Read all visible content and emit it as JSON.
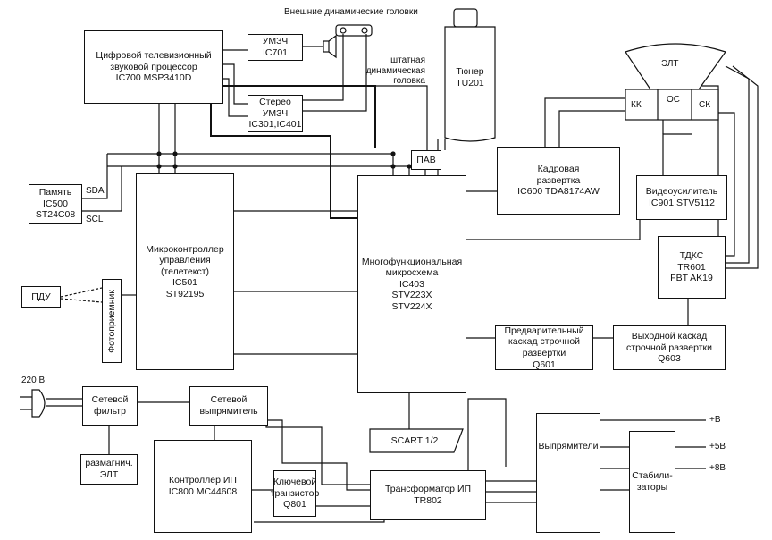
{
  "blocks": {
    "dsp": "Цифровой телевизионный\nзвуковой процессор\nIC700 MSP3410D",
    "umzch": "УМЗЧ\nIC701",
    "stereo": "Стерео\nУМЗЧ\nIC301,IC401",
    "tuner": "Тюнер\nTU201",
    "pav": "ПАВ",
    "frame": "Кадровая\nразвертка\nIC600 TDA8174AW",
    "video": "Видеоусилитель\nIC901 STV5112",
    "tdks": "ТДКС\nTR601\nFBT AK19",
    "memory": "Память\nIC500\nST24C08",
    "mcu": "Микроконтроллер\nуправления\n(телетекст)\nIC501\nST92195",
    "multi": "Многофункциональная\nмикросхема\nIC403\nSTV223X\nSTV224X",
    "pre": "Предварительный\nкаскад строчной\nразвертки\nQ601",
    "out": "Выходной каскад\nстрочной развертки\nQ603",
    "pdu": "ПДУ",
    "photo": "Фотоприемник",
    "filter": "Сетевой\nфильтр",
    "rect": "Сетевой\nвыпрямитель",
    "degauss": "размагнич.\nЭЛТ",
    "ctrl": "Контроллер ИП\nIC800 MC44608",
    "key": "Ключевой\nтранзистор\nQ801",
    "trans": "Трансформатор ИП\nTR802",
    "scart": "SCART 1/2",
    "rectifiers": "Выпрямители",
    "stab": "Стабили-\nзаторы"
  },
  "labels": {
    "ext_speakers": "Внешние динамические головки",
    "std_speaker": "штатная\nдинамическая\nголовка",
    "crt": "ЭЛТ",
    "kk": "КК",
    "os": "ОС",
    "sk": "СК",
    "sda": "SDA",
    "scl": "SCL",
    "mains": "220 В",
    "vplus": "+В",
    "v5": "+5В",
    "v8": "+8В"
  }
}
